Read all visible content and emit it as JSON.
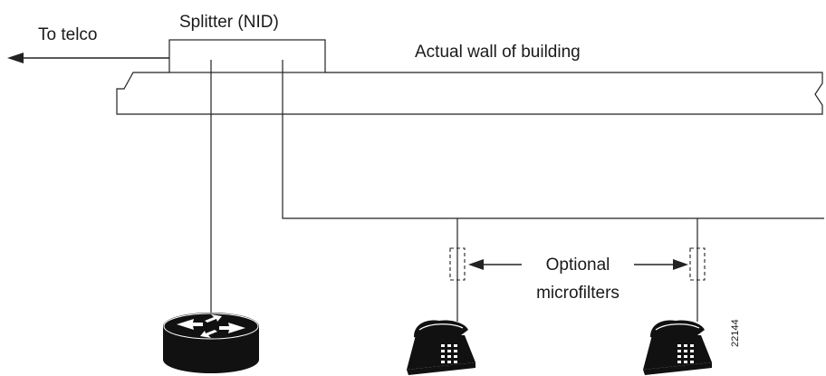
{
  "labels": {
    "to_telco": "To telco",
    "splitter": "Splitter (NID)",
    "wall": "Actual wall of building",
    "optional_1": "Optional",
    "optional_2": "microfilters",
    "figure_id": "22144"
  },
  "icons": [
    "router-icon",
    "telephone-icon",
    "telephone-icon"
  ],
  "colors": {
    "line": "#222222",
    "fill": "#111111",
    "background": "#ffffff"
  }
}
